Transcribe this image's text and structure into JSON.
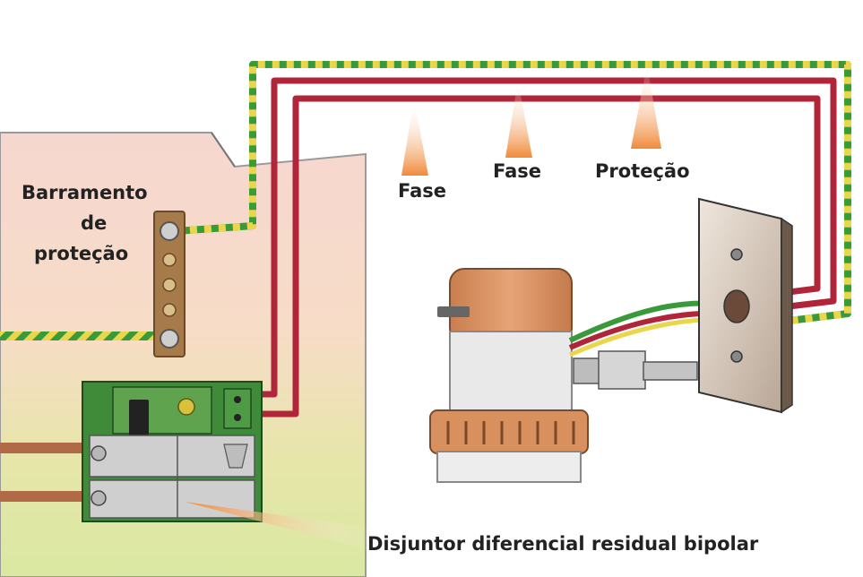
{
  "labels": {
    "busbar_line1": "Barramento",
    "busbar_line2": "de",
    "busbar_line3": "proteção",
    "phase_a": "Fase",
    "phase_b": "Fase",
    "protection": "Proteção",
    "breaker": "Disjuntor diferencial residual bipolar"
  },
  "colors": {
    "phase_wire": "#b0253a",
    "earth_green": "#3a9a3a",
    "earth_yellow": "#e9d64a",
    "panel_pink": "#f6d7cf",
    "panel_green": "#dfe9a8",
    "breaker_body": "#3f8b3a",
    "arrow_orange": "#f08a3a",
    "busbar_brown": "#a77a4a",
    "outlet_plate": "#d9cbbd",
    "appliance_orange": "#d9905f",
    "copper_cable": "#b06a48"
  }
}
